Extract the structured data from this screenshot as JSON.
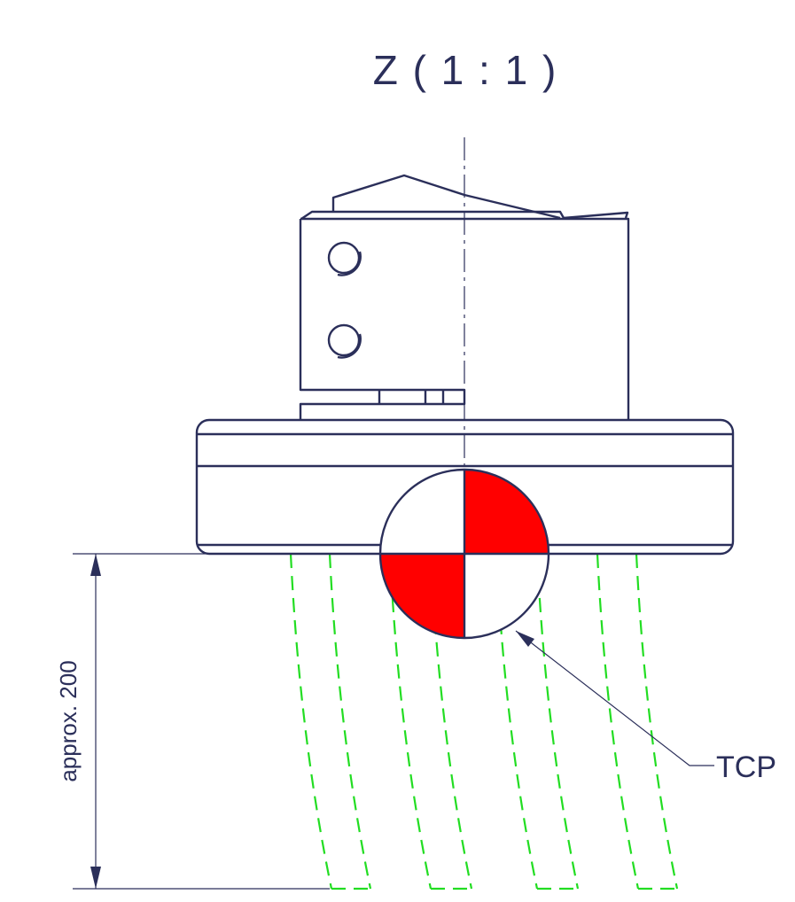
{
  "view_title": "Z ( 1 : 1 )",
  "dimension_label": "approx. 200",
  "tcp_label": "TCP",
  "colors": {
    "line": "#2b2f5a",
    "brush": "#22dd22",
    "tcp_fill": "#ff0000"
  },
  "icons": {
    "tcp_marker": "tcp-center-of-gravity-symbol"
  }
}
